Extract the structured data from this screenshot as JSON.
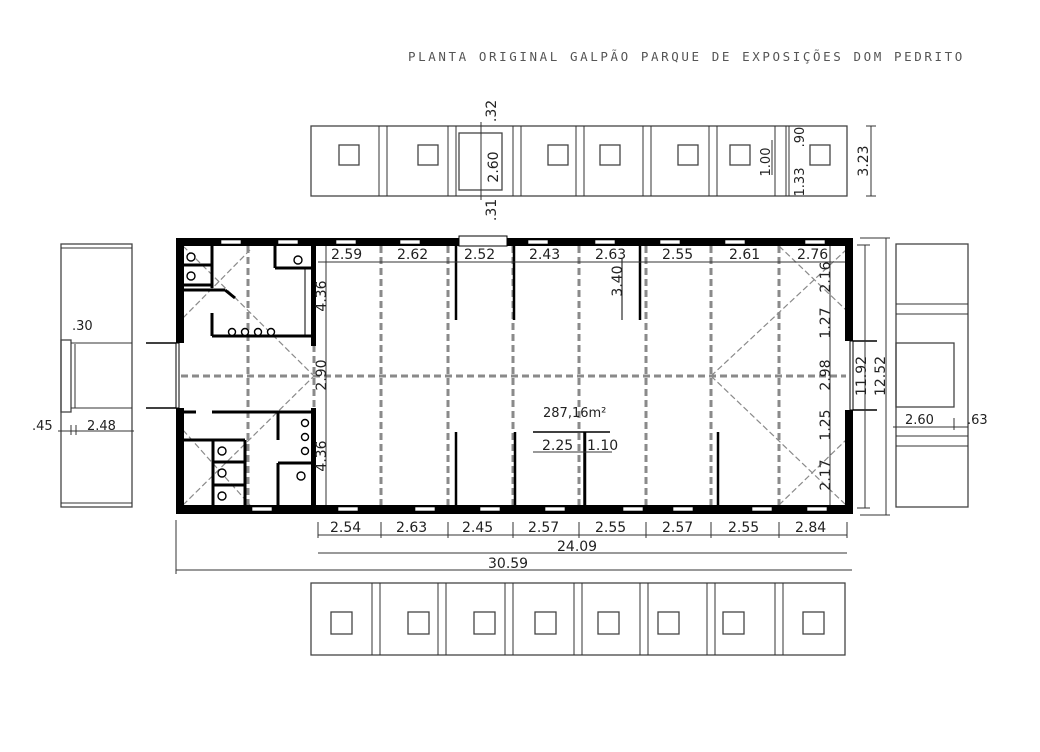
{
  "title": "PLANTA ORIGINAL GALPÃO PARQUE DE EXPOSIÇÕES DOM PEDRITO",
  "plan": {
    "area_label": "287,16m²",
    "top_dims": [
      "2.59",
      "2.62",
      "2.52",
      "2.43",
      "2.63",
      "2.55",
      "2.61",
      "2.76"
    ],
    "bottom_dims": [
      "2.54",
      "2.63",
      "2.45",
      "2.57",
      "2.55",
      "2.57",
      "2.55",
      "2.84"
    ],
    "total_inner": "24.09",
    "total_outer": "30.59",
    "left_dims": [
      "4.36",
      "2.90",
      "4.36"
    ],
    "right_dims": [
      "2.16",
      "1.27",
      "2.98",
      "1.25",
      "2.17"
    ],
    "height_inner": "11.92",
    "height_outer": "12.52",
    "partition_dim": "3.40",
    "center_dims": [
      "2.25",
      "1.10"
    ]
  },
  "elevation_top": {
    "dims": [
      "2.60",
      ".32",
      ".31",
      "1.00",
      "1.33",
      ".90",
      "3.23"
    ]
  },
  "elevation_left": {
    "dims": [
      ".30",
      ".45",
      "2.48"
    ]
  },
  "elevation_right": {
    "dims": [
      "2.60",
      ".63"
    ]
  }
}
